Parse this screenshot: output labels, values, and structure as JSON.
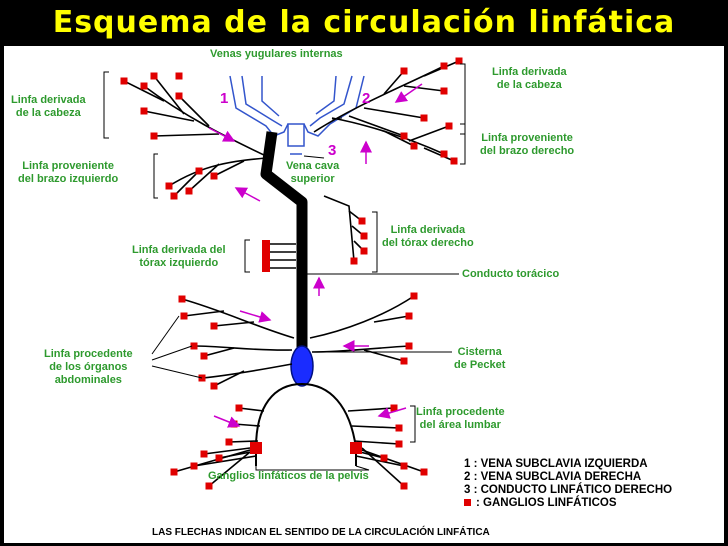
{
  "title": "Esquema de la circulación linfática",
  "labels": {
    "venas_yugulares": "Venas yugulares internas",
    "linfa_cabeza_izq": "Linfa derivada\nde la cabeza",
    "linfa_cabeza_der": "Linfa derivada\nde la cabeza",
    "linfa_brazo_izq": "Linfa proveniente\ndel brazo izquierdo",
    "linfa_brazo_der": "Linfa proveniente\ndel brazo derecho",
    "vena_cava": "Vena cava\nsuperior",
    "torax_der": "Linfa derivada\ndel tórax derecho",
    "torax_izq": "Linfa derivada del\ntórax izquierdo",
    "conducto_toracico": "Conducto torácico",
    "organos_abdominales": "Linfa procedente\nde los órganos\nabdominales",
    "cisterna": "Cisterna\nde Pecket",
    "area_lumbar": "Linfa procedente\ndel área lumbar",
    "ganglios_pelvis": "Ganglios linfáticos de la pelvis"
  },
  "numbers": {
    "n1": "1",
    "n2": "2",
    "n3": "3"
  },
  "legend": [
    "1 : VENA SUBCLAVIA IZQUIERDA",
    "2 : VENA SUBCLAVIA DERECHA",
    "3 : CONDUCTO LINFÁTICO DERECHO",
    ": GANGLIOS LINFÁTICOS"
  ],
  "footer": "LAS FLECHAS INDICAN EL SENTIDO DE LA CIRCULACIÓN LINFÁTICA",
  "colors": {
    "title": "#ffff00",
    "label": "#2e9a2e",
    "node": "#e00000",
    "arrow": "#cc00cc",
    "vein": "#3355cc",
    "cisterna": "#1a2cff"
  }
}
